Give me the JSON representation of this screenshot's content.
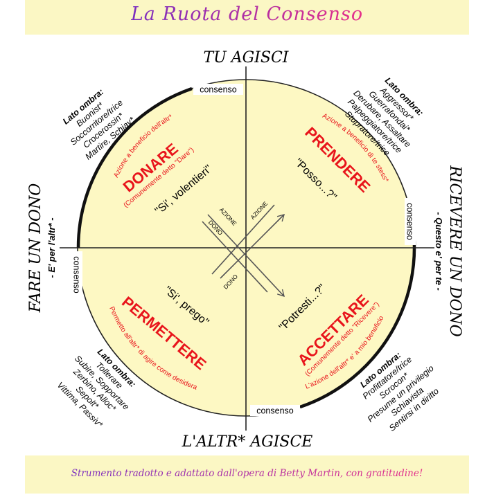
{
  "header": {
    "title": "La Ruota del Consenso"
  },
  "footer": {
    "credit": "Strumento tradotto e adattato dall'opera di Betty Martin, con gratitudine!"
  },
  "axes": {
    "top": "TU AGISCI",
    "bottom": "L'ALTR* AGISCE",
    "left_title": "FARE UN DONO",
    "left_sub": "- E' per l'altr* -",
    "right_title": "RICEVERE UN DONO",
    "right_sub": "- Questo e' per te -"
  },
  "consent_label": "consenso",
  "quadrants": {
    "donare": {
      "name": "DONARE",
      "note": "(Comunemente detto \"Dare\")",
      "arc": "Azione a beneficio dell'altr*",
      "phrase": "\"Si', volentieri\""
    },
    "prendere": {
      "name": "PRENDERE",
      "arc": "Azione a beneficio di te stess*",
      "phrase": "\"Posso...?\""
    },
    "permettere": {
      "name": "PERMETTERE",
      "arc": "Permetto all'altr* di agire come desidera",
      "phrase": "\"Si', prego\""
    },
    "accettare": {
      "name": "ACCETTARE",
      "note": "(Comunemente detto \"Ricevere\")",
      "arc": "L'azione dell'altr* e' a mio beneficio",
      "phrase": "\"Potresti...?\""
    }
  },
  "shadows": {
    "top_left": {
      "title": "Lato ombra:",
      "lines": [
        "Buonist*",
        "Soccorritore/trice",
        "Crocerossin*",
        "Martire, Schiav*"
      ]
    },
    "top_right": {
      "title": "Lato ombra:",
      "lines": [
        "Aggressor*",
        "Guerrafondai*",
        "Derubare, Assaltare",
        "Palpeggiatore/trice",
        "Stupratore/trice"
      ]
    },
    "bottom_left": {
      "title": "Lato ombra:",
      "lines": [
        "Tollerare",
        "Subire, Sopportare",
        "Zerbino, Alloc*",
        "Sepolt*",
        "Vittima, Passiv*"
      ]
    },
    "bottom_right": {
      "title": "Lato ombra:",
      "lines": [
        "Profittatore/trice",
        "Scrocon*",
        "Presume un privilegio",
        "Schiavista",
        "Sentirsi in diritto"
      ]
    }
  },
  "arrows": {
    "dono": "DONO",
    "azione": "AZIONE"
  },
  "colors": {
    "band": "#fbf7c4",
    "wheel": "#fdf8c3",
    "red": "#e8141b",
    "title_start": "#7a2fbf",
    "title_end": "#e52f8a"
  }
}
